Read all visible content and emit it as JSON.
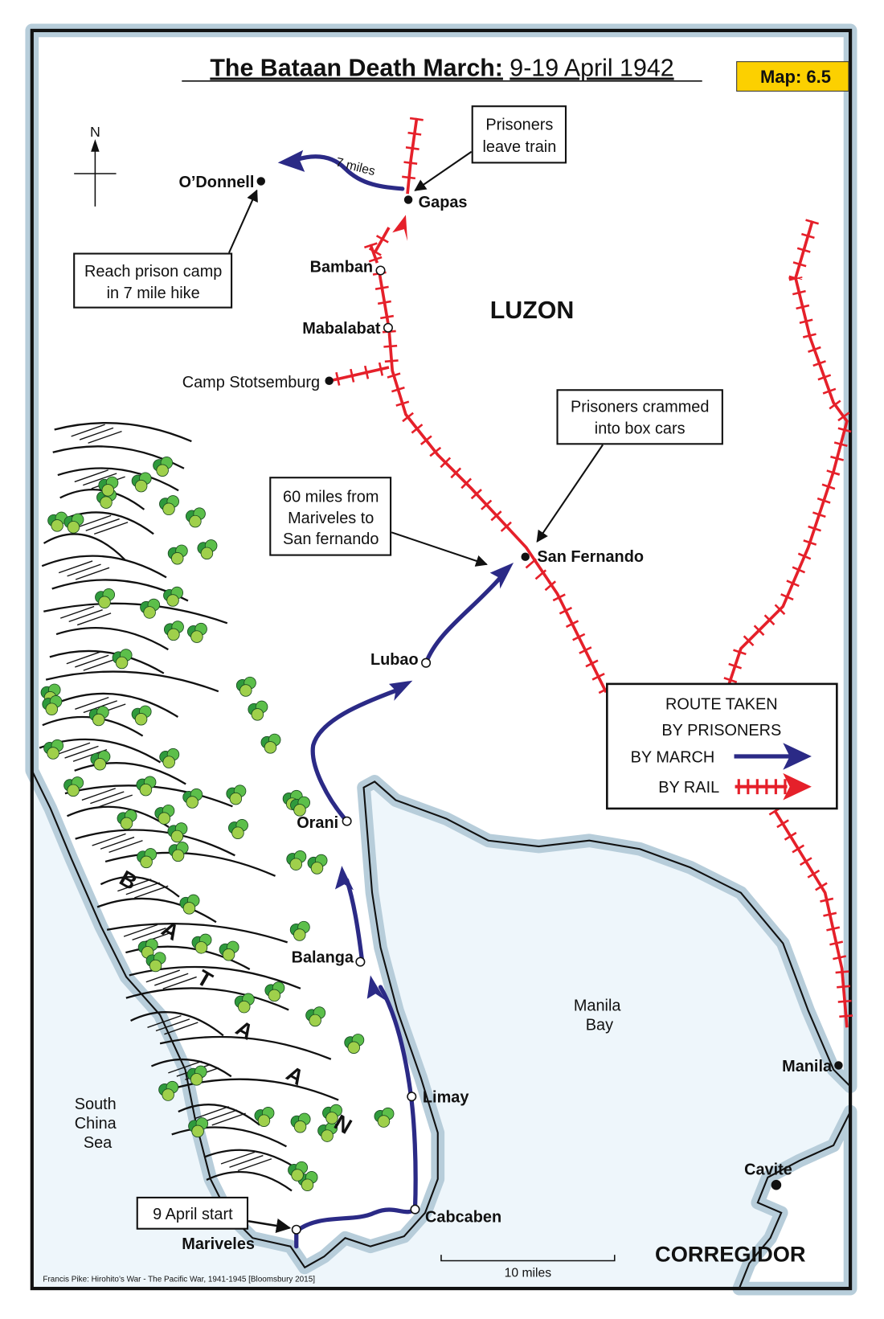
{
  "title": {
    "main": "The Bataan Death March:",
    "dates": "9-19 April 1942"
  },
  "badge": "Map: 6.5",
  "compass": "N",
  "region_label": "LUZON",
  "peninsula_letters": [
    "B",
    "A",
    "T",
    "A",
    "A",
    "N"
  ],
  "places": {
    "odonnell": "O’Donnell",
    "gapas": "Gapas",
    "bamban": "Bamban",
    "mabalabat": "Mabalabat",
    "camp_stotsemburg": "Camp Stotsemburg",
    "san_fernando": "San Fernando",
    "lubao": "Lubao",
    "orani": "Orani",
    "balanga": "Balanga",
    "limay": "Limay",
    "cabcaben": "Cabcaben",
    "mariveles": "Mariveles",
    "manila": "Manila",
    "cavite": "Cavite",
    "corregidor": "CORREGIDOR"
  },
  "water": {
    "manila_bay": [
      "Manila",
      "Bay"
    ],
    "south_china_sea": [
      "South",
      "China",
      "Sea"
    ]
  },
  "callouts": {
    "leave_train": [
      "Prisoners",
      "leave train"
    ],
    "prison_camp": [
      "Reach prison camp",
      "in 7 mile hike"
    ],
    "box_cars": [
      "Prisoners crammed",
      "into box cars"
    ],
    "sixty_miles": [
      "60 miles from",
      "Mariveles to",
      "San fernando"
    ],
    "start": "9 April start",
    "seven_miles": "7 miles"
  },
  "legend": {
    "title": [
      "ROUTE TAKEN",
      "BY PRISONERS"
    ],
    "march": "BY MARCH",
    "rail": "BY RAIL",
    "march_color": "#2b2a86",
    "rail_color": "#e5202a"
  },
  "scale": "10 miles",
  "credit": "Francis Pike:  Hirohito’s War - The Pacific War, 1941-1945   [Bloomsbury 2015]"
}
